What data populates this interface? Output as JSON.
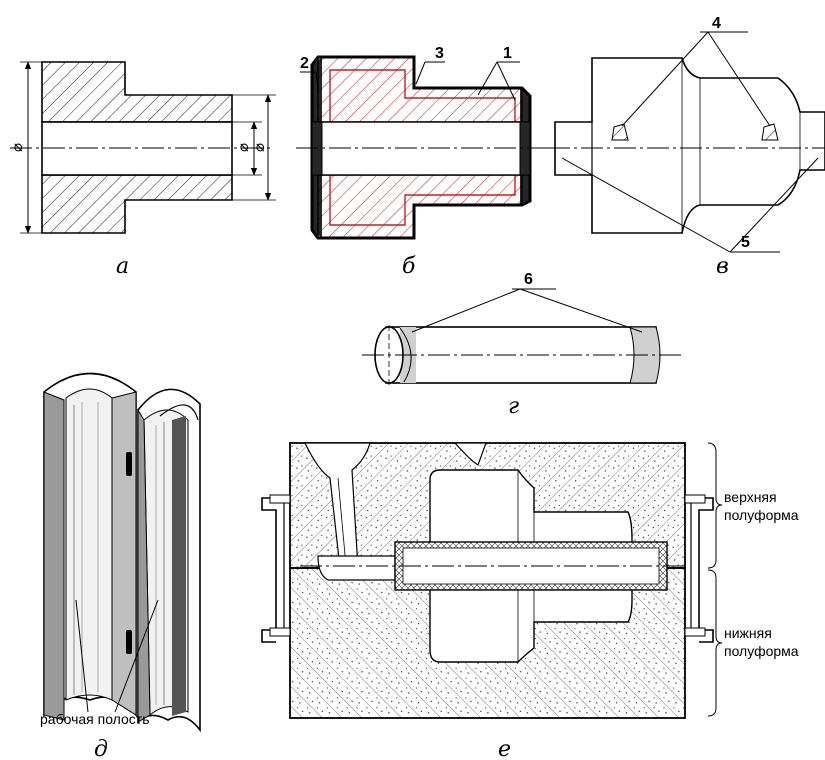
{
  "labels": {
    "a": "а",
    "b": "б",
    "v": "в",
    "g": "г",
    "d": "д",
    "e": "е"
  },
  "dimensions": {
    "outer_diameter": "⌀",
    "inner_diameter_1": "⌀",
    "inner_diameter_2": "⌀"
  },
  "callouts": {
    "n1": "1",
    "n2": "2",
    "n3": "3",
    "n4": "4",
    "n5": "5",
    "n6": "6"
  },
  "annotations": {
    "upper_mold_line1": "верхняя",
    "upper_mold_line2": "полуформа",
    "lower_mold_line1": "нижняя",
    "lower_mold_line2": "полуформа",
    "working_cavity": "рабочая полость"
  },
  "colors": {
    "line": "#000000",
    "allowance_red": "#c0201e",
    "core_fill": "#d0d0d0",
    "sand_gray": "#9a9a9a"
  }
}
